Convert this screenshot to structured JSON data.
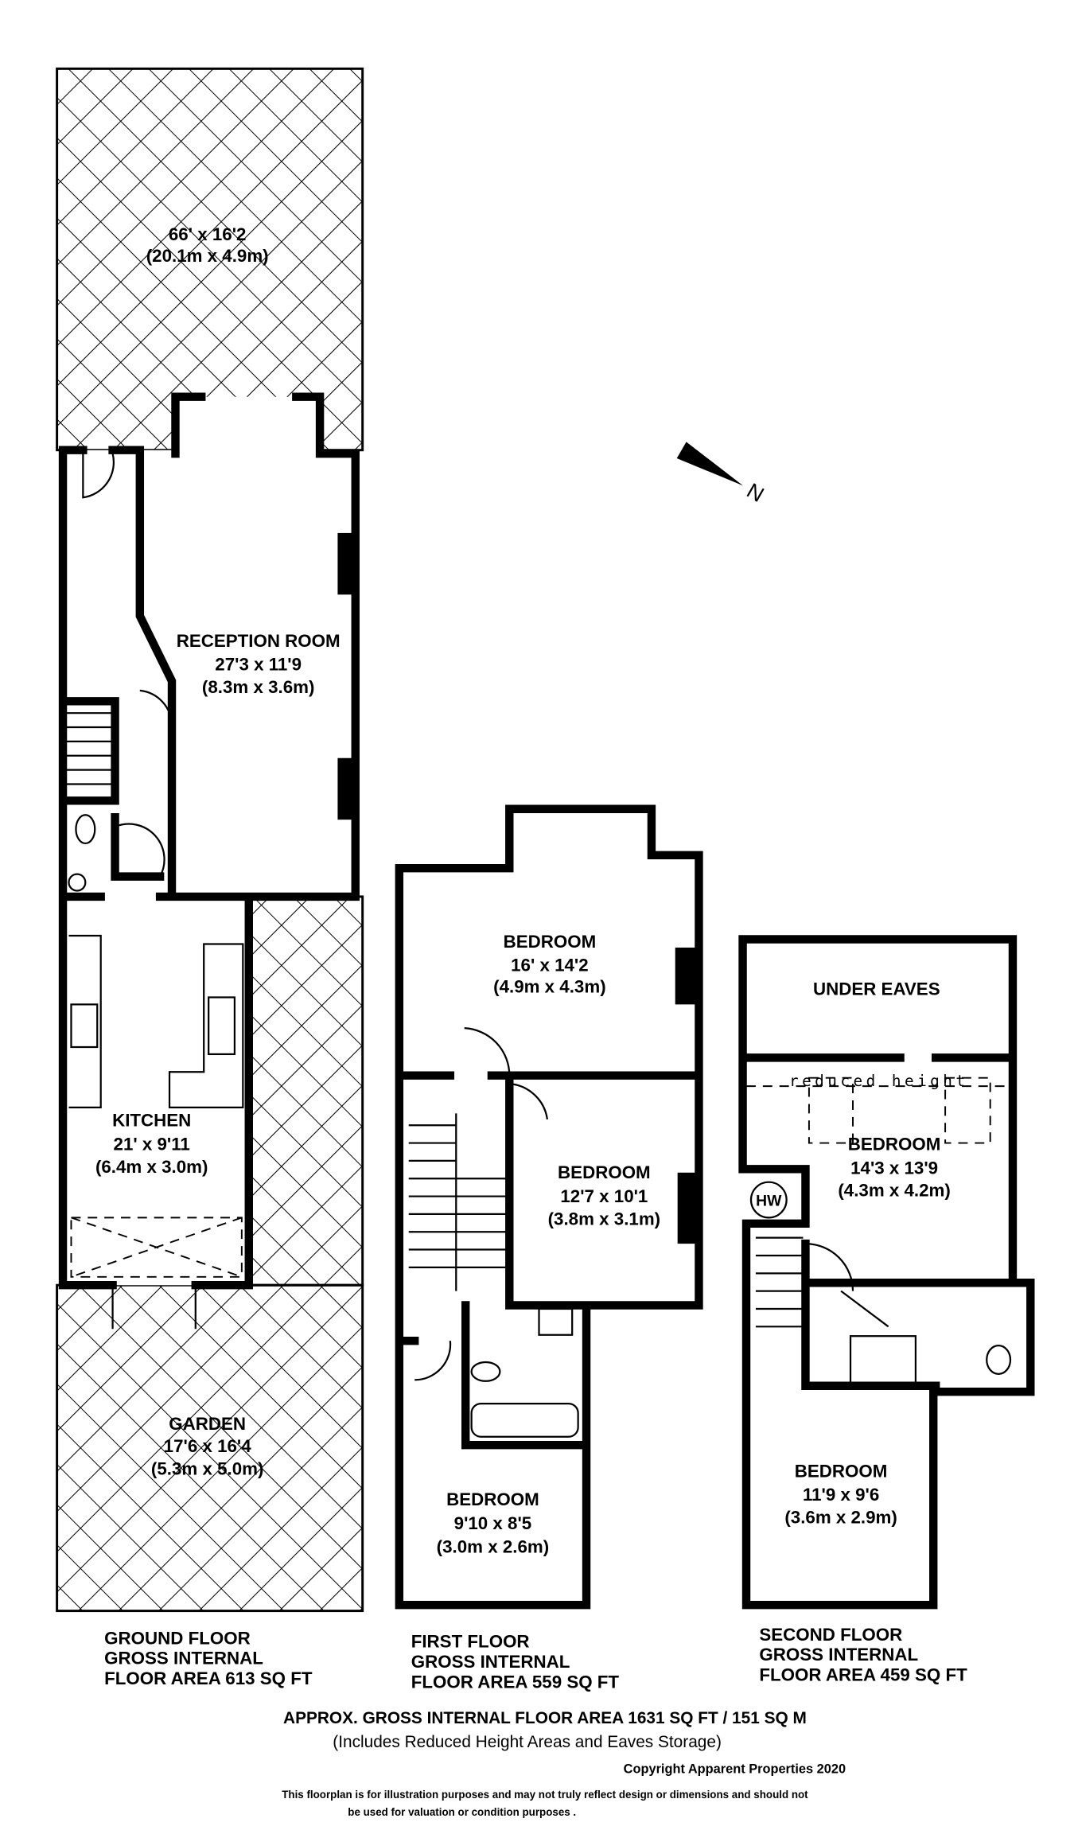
{
  "colors": {
    "wall": "#000000",
    "background": "#ffffff"
  },
  "ground_floor": {
    "rooms": [
      {
        "name": "",
        "imperial": "66' x 16'2",
        "metric": "(20.1m x 4.9m)"
      },
      {
        "name": "RECEPTION ROOM",
        "imperial": "27'3 x 11'9",
        "metric": "(8.3m x 3.6m)"
      },
      {
        "name": "KITCHEN",
        "imperial": "21' x 9'11",
        "metric": "(6.4m x 3.0m)"
      },
      {
        "name": "GARDEN",
        "imperial": "17'6 x 16'4",
        "metric": "(5.3m x 5.0m)"
      }
    ],
    "label": [
      "GROUND FLOOR",
      "GROSS INTERNAL",
      "FLOOR AREA 613 SQ FT"
    ]
  },
  "first_floor": {
    "rooms": [
      {
        "name": "BEDROOM",
        "imperial": "16' x 14'2",
        "metric": "(4.9m x 4.3m)"
      },
      {
        "name": "BEDROOM",
        "imperial": "12'7 x 10'1",
        "metric": "(3.8m x 3.1m)"
      },
      {
        "name": "BEDROOM",
        "imperial": "9'10 x 8'5",
        "metric": "(3.0m x 2.6m)"
      }
    ],
    "label": [
      "FIRST FLOOR",
      "GROSS INTERNAL",
      "FLOOR AREA 559 SQ FT"
    ]
  },
  "second_floor": {
    "under_eaves": "UNDER EAVES",
    "reduced_height": "reduced height",
    "hw": "HW",
    "rooms": [
      {
        "name": "BEDROOM",
        "imperial": "14'3 x 13'9",
        "metric": "(4.3m x 4.2m)"
      },
      {
        "name": "BEDROOM",
        "imperial": "11'9 x 9'6",
        "metric": "(3.6m x 2.9m)"
      }
    ],
    "label": [
      "SECOND FLOOR",
      "GROSS INTERNAL",
      "FLOOR AREA 459 SQ FT"
    ]
  },
  "compass": {
    "icon": "north-arrow-icon",
    "letter": "N"
  },
  "footer": {
    "total": "APPROX. GROSS INTERNAL FLOOR AREA 1631 SQ FT / 151 SQ M",
    "includes": "(Includes Reduced Height Areas and Eaves Storage)",
    "copyright": "Copyright Apparent Properties 2020",
    "disclaimer_1": "This floorplan is for illustration purposes and may not truly reflect design or dimensions and should not",
    "disclaimer_2": "be used for valuation or condition purposes  ."
  }
}
